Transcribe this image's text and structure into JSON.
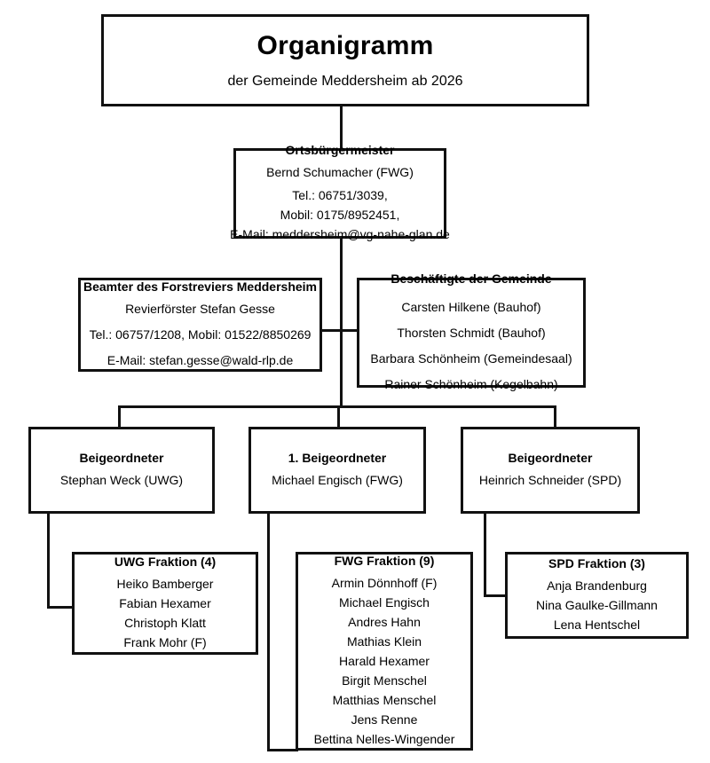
{
  "title": {
    "main": "Organigramm",
    "subtitle": "der Gemeinde Meddersheim ab 2026"
  },
  "mayor": {
    "role": "Ortsbürgermeister",
    "name": "Bernd Schumacher (FWG)",
    "phone": "Tel.: 06751/3039,",
    "mobile": "Mobil: 0175/8952451,",
    "email": "E-Mail: meddersheim@vg-nahe-glan.de"
  },
  "forestry": {
    "header": "Beamter des Forstreviers Meddersheim",
    "name": "Revierförster Stefan Gesse",
    "phone": "Tel.: 06757/1208,  Mobil: 01522/8850269",
    "email": "E-Mail: stefan.gesse@wald-rlp.de"
  },
  "employees": {
    "header": "Beschäftigte der Gemeinde",
    "members": [
      "Carsten Hilkene (Bauhof)",
      "Thorsten Schmidt (Bauhof)",
      "Barbara Schönheim (Gemeindesaal)",
      "Rainer Schönheim (Kegelbahn)"
    ]
  },
  "deputies": [
    {
      "role": "Beigeordneter",
      "name": "Stephan Weck (UWG)"
    },
    {
      "role": "1. Beigeordneter",
      "name": "Michael Engisch (FWG)"
    },
    {
      "role": "Beigeordneter",
      "name": "Heinrich Schneider (SPD)"
    }
  ],
  "fractions": [
    {
      "header": "UWG Fraktion (4)",
      "members": [
        "Heiko Bamberger",
        "Fabian Hexamer",
        "Christoph Klatt",
        "Frank Mohr (F)"
      ]
    },
    {
      "header": "FWG Fraktion (9)",
      "members": [
        "Armin Dönnhoff  (F)",
        "Michael Engisch",
        "Andres Hahn",
        "Mathias Klein",
        "Harald Hexamer",
        "Birgit Menschel",
        "Matthias Menschel",
        "Jens Renne",
        "Bettina Nelles-Wingender"
      ]
    },
    {
      "header": "SPD Fraktion (3)",
      "members": [
        "Anja Brandenburg",
        "Nina Gaulke-Gillmann",
        "Lena Hentschel"
      ]
    }
  ],
  "colors": {
    "border": "#111111",
    "background": "#ffffff",
    "text": "#000000"
  }
}
